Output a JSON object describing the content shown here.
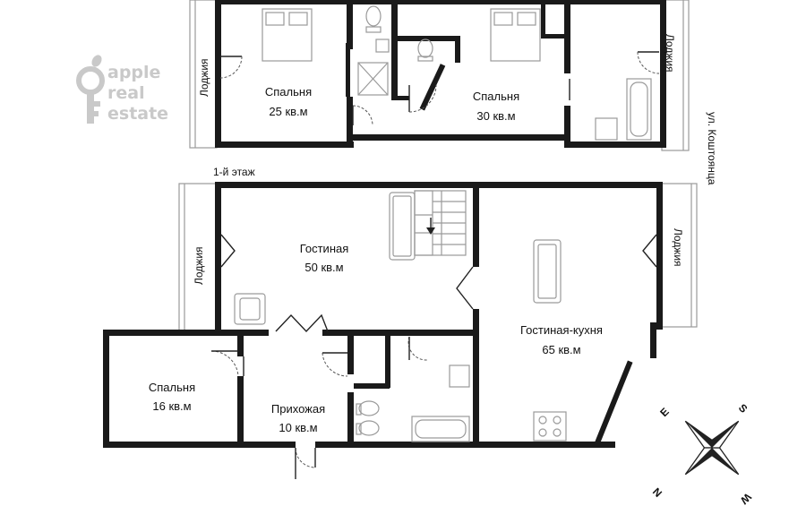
{
  "logo": {
    "line1": "apple",
    "line2": "real",
    "line3": "estate"
  },
  "floor_label": "1-й этаж",
  "street": "ул. Коштоянца",
  "rooms": {
    "bedroom25": {
      "name": "Спальня",
      "area": "25 кв.м"
    },
    "bedroom30": {
      "name": "Спальня",
      "area": "30 кв.м"
    },
    "living50": {
      "name": "Гостиная",
      "area": "50 кв.м"
    },
    "kitchen65": {
      "name": "Гостиная-кухня",
      "area": "65 кв.м"
    },
    "bedroom16": {
      "name": "Спальня",
      "area": "16 кв.м"
    },
    "hall10": {
      "name": "Прихожая",
      "area": "10 кв.м"
    }
  },
  "loggias": {
    "top_left": "Лоджия",
    "top_right": "Лоджия",
    "mid_left": "Лоджия",
    "mid_right": "Лоджия"
  },
  "compass": {
    "n": "N",
    "s": "S",
    "e": "E",
    "w": "W"
  }
}
